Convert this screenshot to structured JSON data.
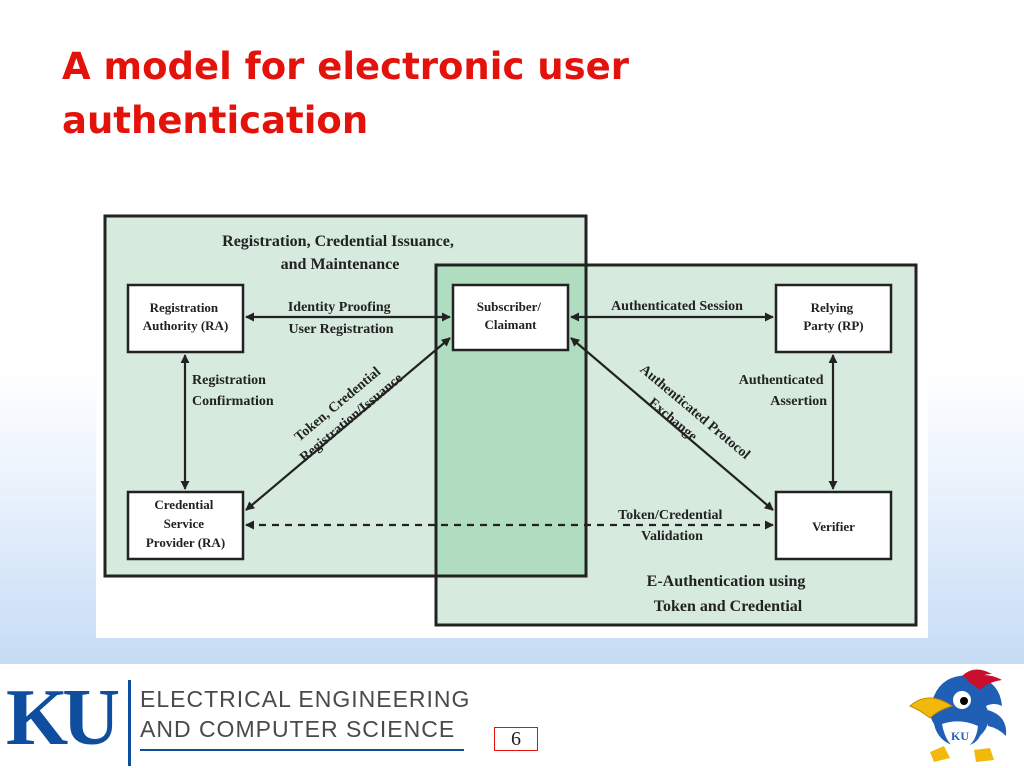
{
  "slide": {
    "title_line1": "A model for electronic user",
    "title_line2": "authentication",
    "page_number": "6"
  },
  "diagram": {
    "left_region_title": [
      "Registration, Credential Issuance,",
      "and Maintenance"
    ],
    "right_region_title": [
      "E-Authentication using",
      "Token and Credential"
    ],
    "nodes": {
      "registration_authority": [
        "Registration",
        "Authority (RA)"
      ],
      "credential_service_provider": [
        "Credential",
        "Service",
        "Provider (RA)"
      ],
      "subscriber": [
        "Subscriber/",
        "Claimant"
      ],
      "relying_party": [
        "Relying",
        "Party (RP)"
      ],
      "verifier": [
        "Verifier"
      ]
    },
    "edges": {
      "identity_proofing": [
        "Identity Proofing",
        "User Registration"
      ],
      "registration_confirmation": [
        "Registration",
        "Confirmation"
      ],
      "token_credential_issuance": [
        "Token, Credential",
        "Registration/Issuance"
      ],
      "authenticated_session": "Authenticated Session",
      "authenticated_protocol": [
        "Authenticated Protocol",
        "Exchange"
      ],
      "authenticated_assertion": [
        "Authenticated",
        "Assertion"
      ],
      "token_validation": [
        "Token/Credential",
        "Validation"
      ]
    },
    "colors": {
      "region_fill": "#d6eadd",
      "overlap_fill": "#b0dcbf",
      "title_red": "#e3120b",
      "ku_blue": "#0f4d9e"
    }
  },
  "footer": {
    "logo_text": "KU",
    "department_line1": "ELECTRICAL ENGINEERING",
    "department_line2": "AND COMPUTER SCIENCE",
    "mascot": "jayhawk-mascot-icon"
  }
}
